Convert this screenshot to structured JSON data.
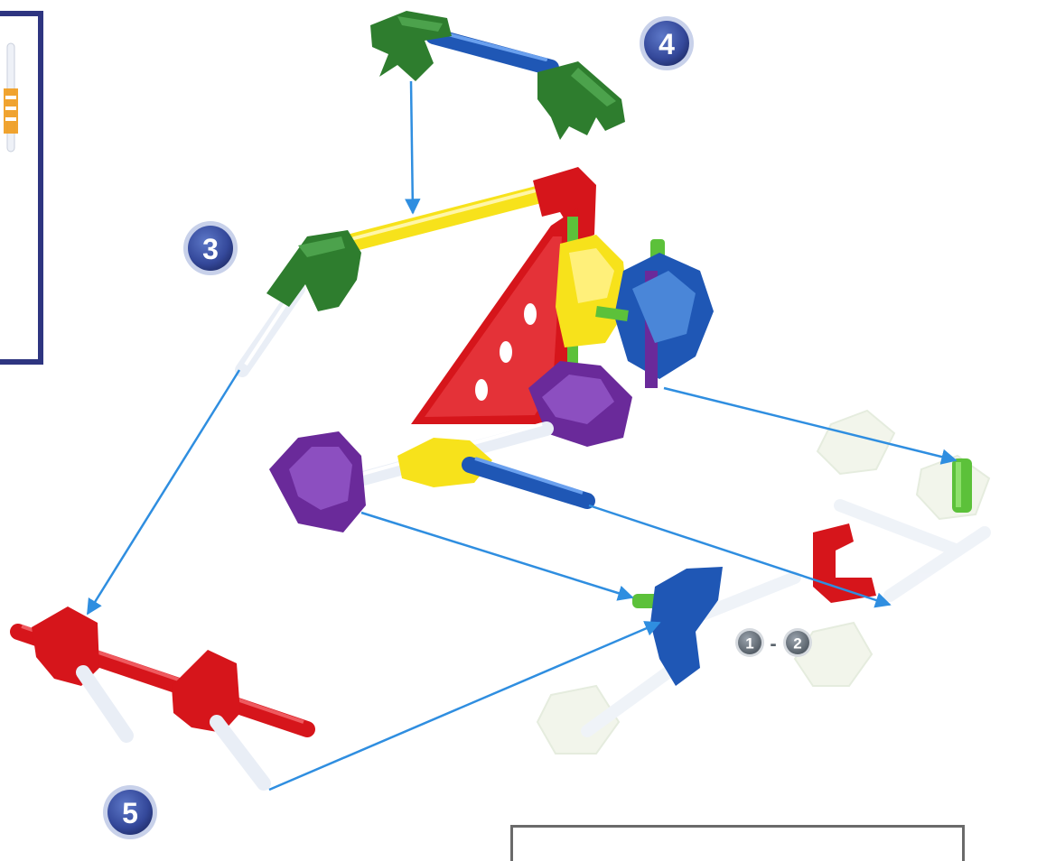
{
  "steps": [
    {
      "number": "1",
      "name": "step-1"
    },
    {
      "number": "2",
      "name": "step-2"
    },
    {
      "number": "3",
      "name": "step-3"
    },
    {
      "number": "4",
      "name": "step-4"
    },
    {
      "number": "5",
      "name": "step-5"
    }
  ],
  "range_separator": "-",
  "colors": {
    "badge_fill": "#3a4f9c",
    "badge_ring": "#c8d1ea",
    "arrow": "#2f8ee0",
    "red": "#d6151b",
    "yellow": "#f7e21b",
    "green": "#2e7d2e",
    "lime": "#5cc13a",
    "blue": "#1f57b5",
    "purple": "#6a2a9a",
    "white_rod": "#e9eef6",
    "ghost": "#eef3fb",
    "panel_border": "#2e3580"
  }
}
